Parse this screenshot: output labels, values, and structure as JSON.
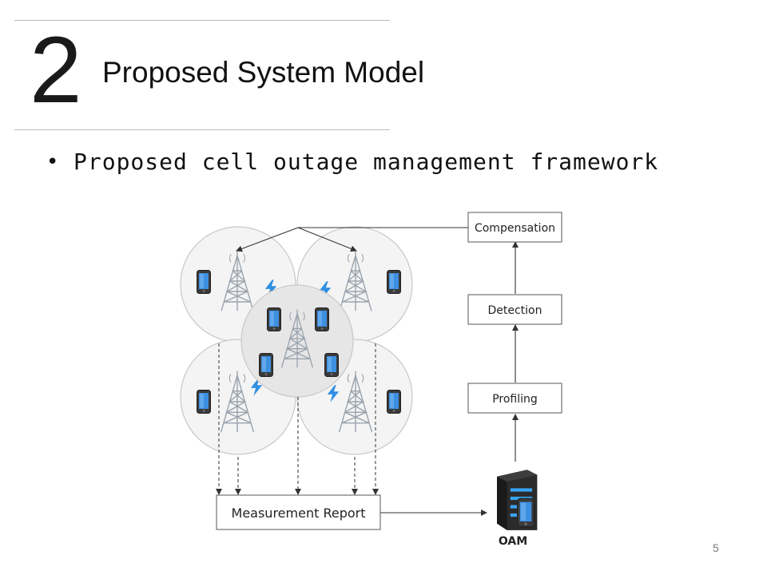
{
  "slide": {
    "section_number": "2",
    "title": "Proposed System Model",
    "bullet": "Proposed cell outage management framework",
    "page_number": "5"
  },
  "diagram": {
    "boxes": {
      "compensation": "Compensation",
      "detection": "Detection",
      "profiling": "Profiling",
      "measurement_report": "Measurement Report"
    },
    "server_label": "OAM"
  },
  "colors": {
    "cell_fill": "#f4f4f4",
    "center_cell_fill": "#e6e6e6",
    "cell_stroke": "#c8c8c8",
    "lightning": "#2f8fe3",
    "phone_screen": "#3d8fe0",
    "line": "#333333"
  }
}
